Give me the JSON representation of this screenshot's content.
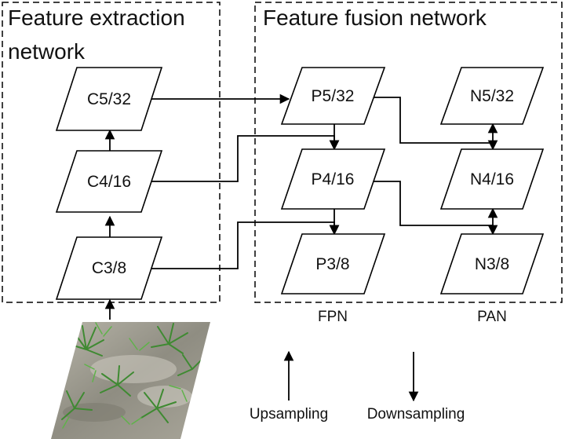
{
  "groups": {
    "extraction_title_line1": "Feature extraction",
    "extraction_title_line2": "network",
    "fusion_title": "Feature fusion network"
  },
  "nodes": {
    "c5": "C5/32",
    "c4": "C4/16",
    "c3": "C3/8",
    "p5": "P5/32",
    "p4": "P4/16",
    "p3": "P3/8",
    "n5": "N5/32",
    "n4": "N4/16",
    "n3": "N3/8"
  },
  "labels": {
    "fpn": "FPN",
    "pan": "PAN"
  },
  "legend": {
    "upsampling": "Upsampling",
    "downsampling": "Downsampling"
  },
  "colors": {
    "line": "#000000",
    "water": "#9a9a8c",
    "grass": "#3f8a32"
  }
}
